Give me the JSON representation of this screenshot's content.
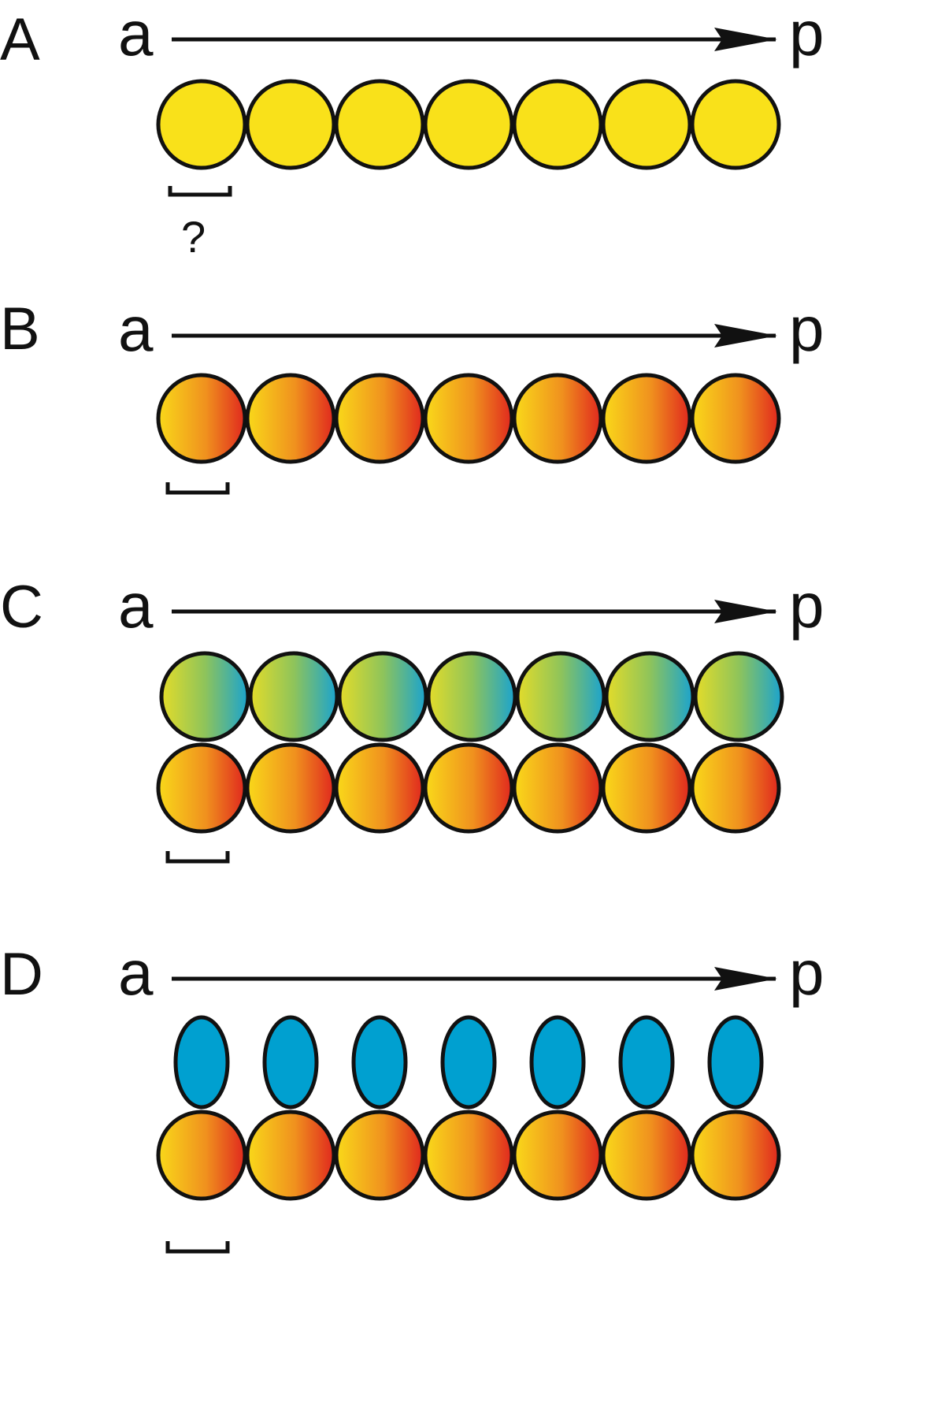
{
  "panels": [
    {
      "label": "A",
      "start_label": "a",
      "end_label": "p",
      "bracket_note": "?",
      "rows": [
        "yellow"
      ]
    },
    {
      "label": "B",
      "start_label": "a",
      "end_label": "p",
      "bracket_note": "",
      "rows": [
        "yellow-red"
      ]
    },
    {
      "label": "C",
      "start_label": "a",
      "end_label": "p",
      "bracket_note": "",
      "rows": [
        "yellow-blue",
        "yellow-red"
      ]
    },
    {
      "label": "D",
      "start_label": "a",
      "end_label": "p",
      "bracket_note": "",
      "rows": [
        "blue-ovals",
        "yellow-red"
      ]
    }
  ],
  "units_per_row": 7,
  "colors": {
    "outline": "#111111",
    "yellow": "#f9e11a",
    "red": "#e0281e",
    "orange": "#f2a41e",
    "green_yellow": "#e3dc2a",
    "teal_blue": "#1aa3cf",
    "oval_blue": "#00a0d0"
  }
}
